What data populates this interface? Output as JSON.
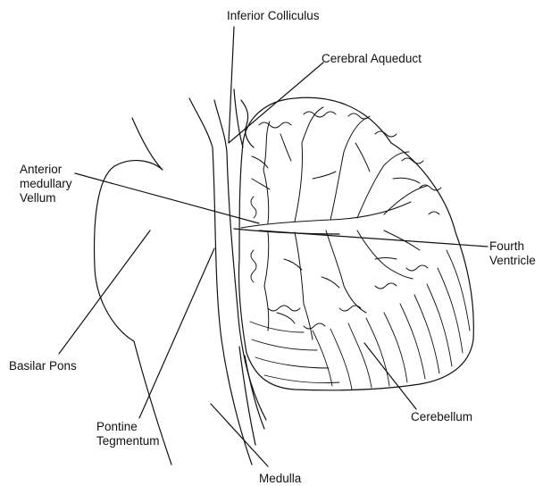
{
  "labels": {
    "inferior_colliculus": "Inferior Colliculus",
    "cerebral_aqueduct": "Cerebral Aqueduct",
    "anterior_medullary_vellum": "Anterior\nmedullary\nVellum",
    "fourth_ventricle": "Fourth\nVentricle",
    "basilar_pons": "Basilar Pons",
    "cerebellum": "Cerebellum",
    "pontine_tegmentum": "Pontine\nTegmentum",
    "medulla": "Medulla"
  },
  "colors": {
    "line": "#111111",
    "background": "#ffffff"
  }
}
